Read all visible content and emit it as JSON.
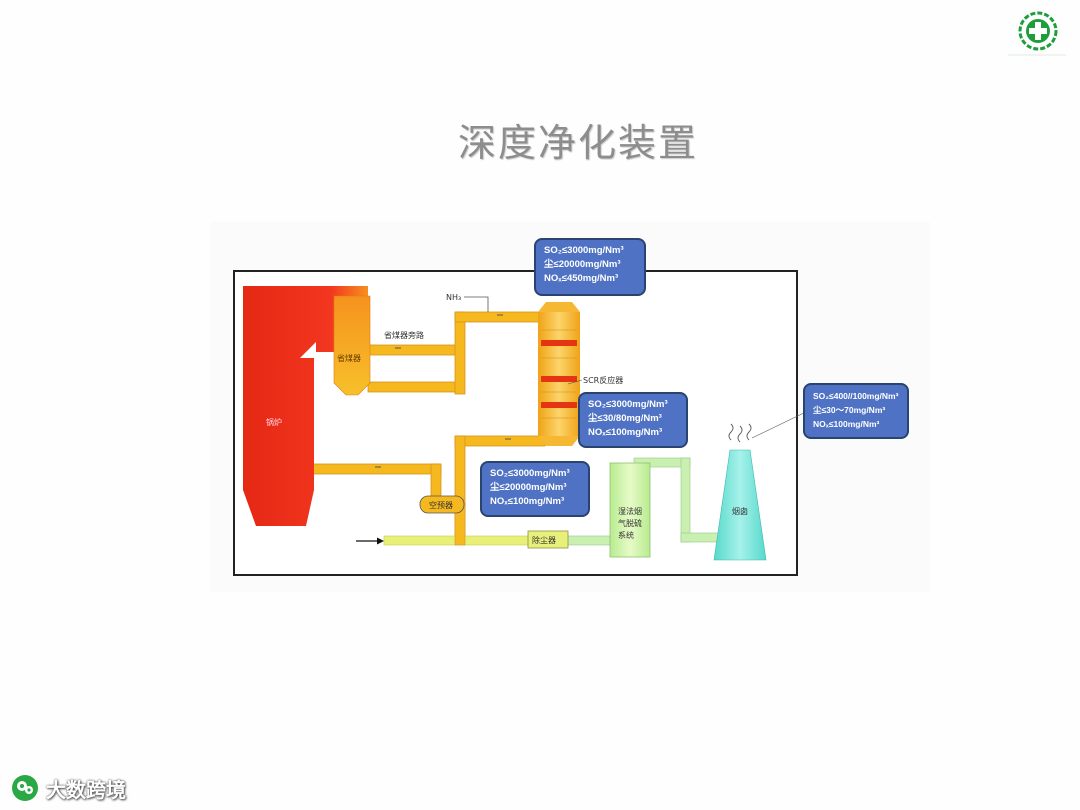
{
  "slide": {
    "title": "深度净化装置"
  },
  "diagram": {
    "labels": {
      "boiler": "锅炉",
      "economizer": "省煤器",
      "economizer_bypass": "省煤器旁路",
      "nh3": "NH₃",
      "scr_reactor": "SCR反应器",
      "air_preheater": "空预器",
      "dust_collector": "除尘器",
      "wet_fgd": [
        "湿法烟",
        "气脱硫",
        "系统"
      ],
      "chimney": "烟囱"
    },
    "boxes": {
      "scr_inlet": [
        "SO₂≤3000mg/Nm³",
        "尘≤20000mg/Nm³",
        "NOₓ≤450mg/Nm³"
      ],
      "scr_outlet": [
        "SO₂≤3000mg/Nm³",
        "尘≤20000mg/Nm³",
        "NOₓ≤100mg/Nm³"
      ],
      "fgd_inlet": [
        "SO₂≤3000mg/Nm³",
        "尘≤30/80mg/Nm³",
        "NOₓ≤100mg/Nm³"
      ],
      "stack": [
        "SO₂≤400//100mg/Nm³",
        "尘≤30～70mg/Nm³",
        "NOₓ≤100mg/Nm³"
      ]
    }
  },
  "watermark": {
    "text": "大数跨境"
  },
  "colors": {
    "boiler": "#ee2e1c",
    "duct": "#f5b81f",
    "duct_light": "#e8f07a",
    "flue_green": "#c9f0b0",
    "chimney": "#6ee3d6",
    "info_box": "#4f72c4",
    "logo_green": "#1e9e3a"
  }
}
